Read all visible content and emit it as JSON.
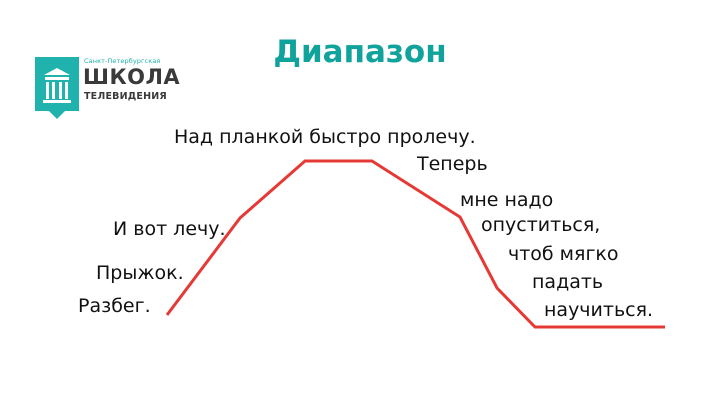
{
  "logo": {
    "line1": "Санкт-Петербургская",
    "line2": "ШКОЛА",
    "line3": "ТЕЛЕВИДЕНИЯ",
    "icon": "building-columns-icon",
    "color": "#20b3ad"
  },
  "title": "Диапазон",
  "colors": {
    "title": "#10a39b",
    "line": "#e53935",
    "text": "#111111"
  },
  "labels": {
    "run_up": "Разбег.",
    "jump": "Прыжок.",
    "flying": "И вот лечу.",
    "over_bar": "Над планкой быстро пролечу.",
    "now": "Теперь",
    "need": "мне надо",
    "descend": "опуститься,",
    "softly": "чтоб мягко",
    "fall": "падать",
    "learn": "научиться."
  }
}
